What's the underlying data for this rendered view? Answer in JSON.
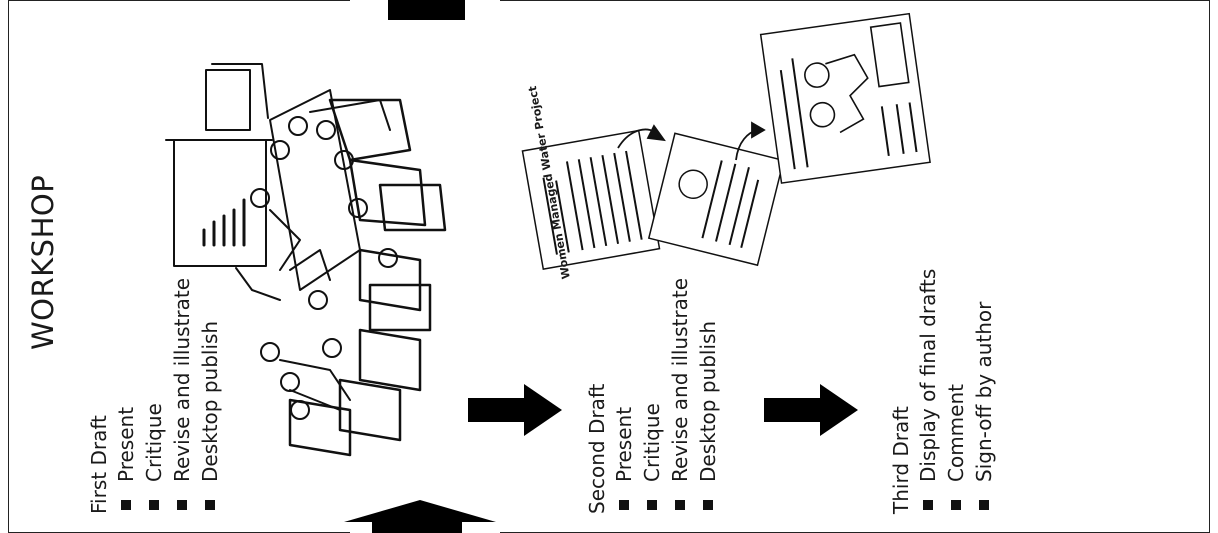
{
  "title": "WORKSHOP",
  "steps": [
    {
      "heading": "First Draft",
      "items": [
        "Present",
        "Critique",
        "Revise and illustrate",
        "Desktop publish"
      ]
    },
    {
      "heading": "Second Draft",
      "items": [
        "Present",
        "Critique",
        "Revise and illustrate",
        "Desktop publish"
      ]
    },
    {
      "heading": "Third Draft",
      "items": [
        "Display of final drafts",
        "Comment",
        "Sign-off by author"
      ]
    }
  ],
  "document_thumbnails": {
    "title_text": "Women Managed Water Project"
  },
  "colors": {
    "ink": "#111111",
    "paper": "#ffffff"
  },
  "icons": [
    "arrow-right-icon",
    "arrow-up-icon",
    "workshop-sketch",
    "draft-document-sketch",
    "curved-arrow-icon"
  ]
}
